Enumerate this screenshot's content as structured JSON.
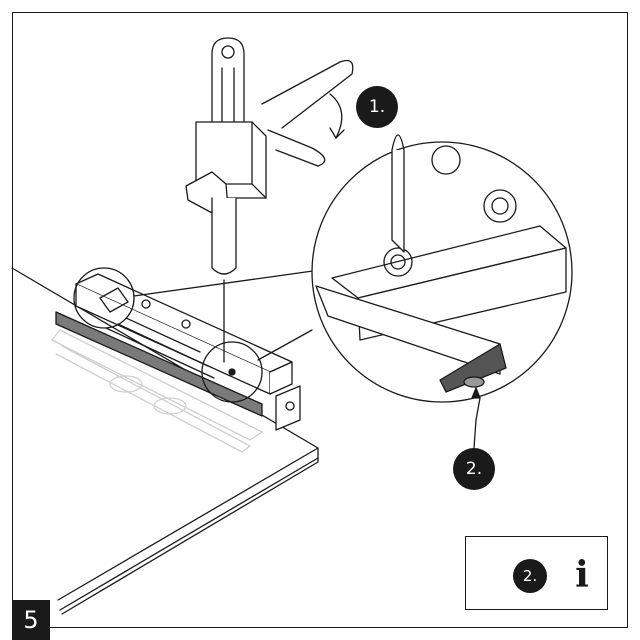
{
  "step": {
    "number": "5"
  },
  "callouts": {
    "first": "1.",
    "second": "2."
  },
  "manual": {
    "badge": "2.",
    "info_letter": "i"
  },
  "colors": {
    "ink": "#1a1a1a",
    "paper": "#ffffff",
    "shade": "#bdbdbd",
    "light": "#e6e6e6"
  }
}
